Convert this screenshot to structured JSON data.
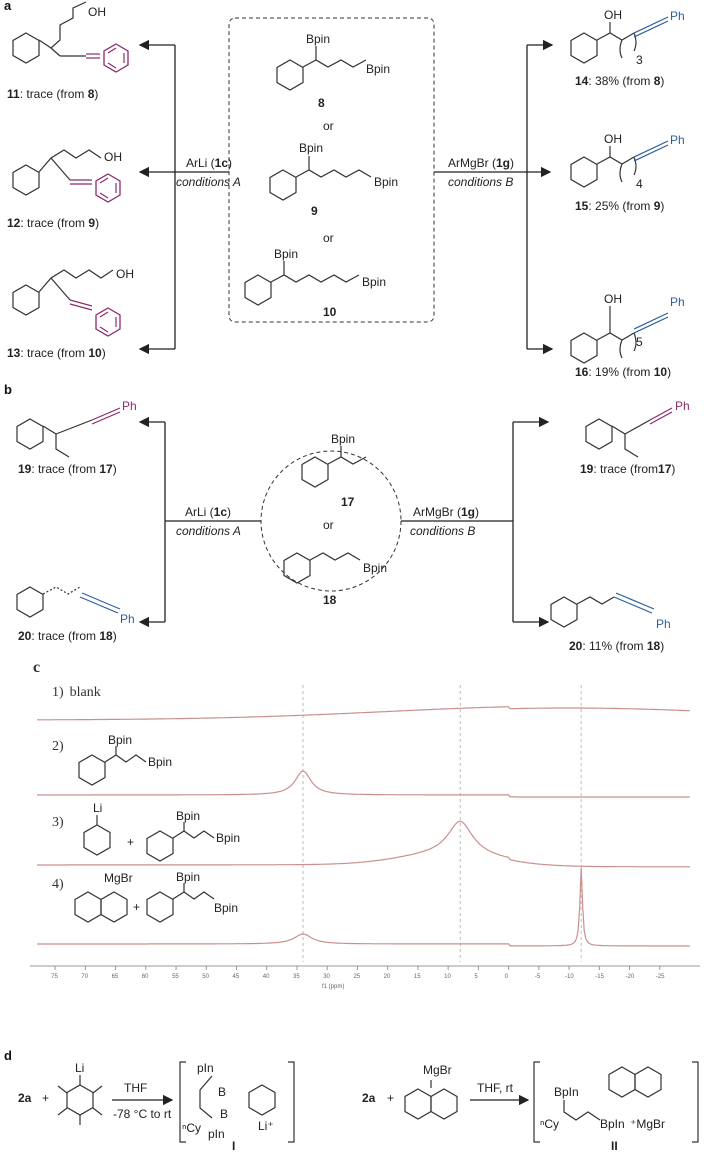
{
  "panel_a": {
    "label": "a",
    "center_reactants": [
      {
        "id": "8",
        "groups": [
          "Bpin",
          "Bpin"
        ]
      },
      {
        "id": "9",
        "groups": [
          "Bpin",
          "Bpin"
        ]
      },
      {
        "id": "10",
        "groups": [
          "Bpin",
          "Bpin"
        ]
      }
    ],
    "or_text": "or",
    "left_reagent": {
      "name": "ArLi (",
      "ref": "1c",
      "close": ")",
      "conditions": "conditions A"
    },
    "right_reagent": {
      "name": "ArMgBr (",
      "ref": "1g",
      "close": ")",
      "conditions": "conditions B"
    },
    "left_products": [
      {
        "id": "11",
        "text": ": trace (from ",
        "src": "8",
        "close": ")",
        "group": "OH"
      },
      {
        "id": "12",
        "text": ": trace (from ",
        "src": "9",
        "close": ")",
        "group": "OH"
      },
      {
        "id": "13",
        "text": ": trace (from ",
        "src": "10",
        "close": ")",
        "group": "OH"
      }
    ],
    "right_products": [
      {
        "id": "14",
        "text": ": 38% (from ",
        "src": "8",
        "close": ")",
        "group": "OH",
        "sub": "3",
        "end": "Ph"
      },
      {
        "id": "15",
        "text": ": 25% (from ",
        "src": "9",
        "close": ")",
        "group": "OH",
        "sub": "4",
        "end": "Ph"
      },
      {
        "id": "16",
        "text": ": 19% (from ",
        "src": "10",
        "close": ")",
        "group": "OH",
        "sub": "5",
        "end": "Ph"
      }
    ]
  },
  "panel_b": {
    "label": "b",
    "center_reactants": [
      {
        "id": "17",
        "group": "Bpin"
      },
      {
        "id": "18",
        "group": "Bpin"
      }
    ],
    "or_text": "or",
    "left_reagent": {
      "name": "ArLi (",
      "ref": "1c",
      "close": ")",
      "conditions": "conditions A"
    },
    "right_reagent": {
      "name": "ArMgBr (",
      "ref": "1g",
      "close": ")",
      "conditions": "conditions B"
    },
    "left_products": [
      {
        "id": "19",
        "text": ": trace (from ",
        "src": "17",
        "close": ")",
        "end": "Ph"
      },
      {
        "id": "20",
        "text": ": trace (from ",
        "src": "18",
        "close": ")",
        "end": "Ph"
      }
    ],
    "right_products": [
      {
        "id": "19",
        "text": ": trace (from",
        "src": "17",
        "close": ")",
        "end": "Ph"
      },
      {
        "id": "20",
        "text": ": 11% (from ",
        "src": "18",
        "close": ")",
        "end": "Ph"
      }
    ]
  },
  "panel_c": {
    "label": "c",
    "spectra": [
      {
        "num": "1)",
        "name": "blank",
        "groups": []
      },
      {
        "num": "2)",
        "name": "",
        "groups": [
          "Bpin",
          "Bpin"
        ]
      },
      {
        "num": "3)",
        "name": "",
        "groups": [
          "Li",
          "+",
          "Bpin",
          "Bpin"
        ]
      },
      {
        "num": "4)",
        "name": "",
        "groups": [
          "MgBr",
          "+",
          "Bpin",
          "Bpin"
        ]
      }
    ],
    "axis_ticks": [
      "75",
      "70",
      "65",
      "60",
      "55",
      "50",
      "45",
      "40",
      "35",
      "30",
      "25",
      "20",
      "15",
      "10",
      "5",
      "0",
      "-5",
      "-10",
      "-15",
      "-20",
      "-25"
    ],
    "axis_label": "f1 (ppm)",
    "dashed_markers_ppm": [
      34,
      8,
      -12
    ]
  },
  "panel_d": {
    "label": "d",
    "left": {
      "reactant": "2a",
      "plus": "+",
      "reagent_group": "Li",
      "conditions_top": "THF",
      "conditions_bottom": "-78 °C to rt",
      "intermediate_groups": [
        "pIn",
        "B",
        "B",
        "pIn"
      ],
      "counter_ion": "Li⁺",
      "cy": "ⁿCy",
      "id": "I"
    },
    "right": {
      "reactant": "2a",
      "plus": "+",
      "reagent_group": "MgBr",
      "conditions_top": "THF, rt",
      "intermediate_groups": [
        "BpIn",
        "BpIn"
      ],
      "counter_ion": "⁺MgBr",
      "cy": "ⁿCy",
      "id": "II"
    }
  },
  "colors": {
    "ph_purple": "#8b2a6b",
    "ph_blue": "#2f5f9a",
    "spectrum": "#c9908f"
  }
}
